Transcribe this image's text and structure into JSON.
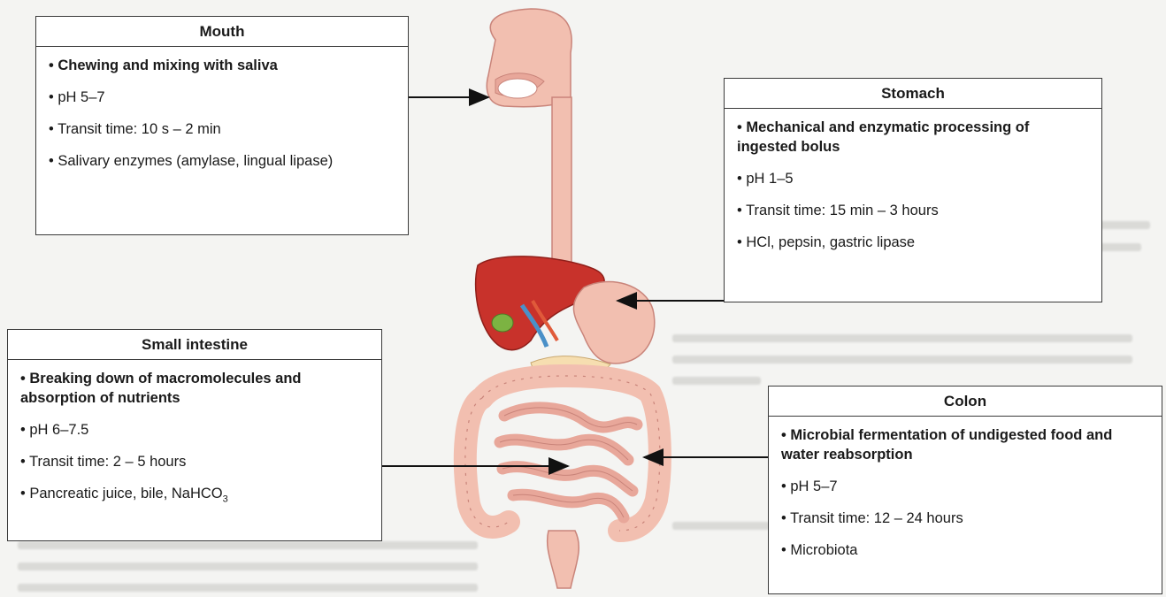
{
  "mouth": {
    "title": "Mouth",
    "items": [
      {
        "text": "• Chewing and  mixing with saliva",
        "bold": true
      },
      {
        "text": "• pH 5–7",
        "bold": false
      },
      {
        "text": "• Transit time:  10 s – 2 min",
        "bold": false
      },
      {
        "text": "• Salivary enzymes (amylase, lingual lipase)",
        "bold": false
      }
    ]
  },
  "stomach": {
    "title": "Stomach",
    "items": [
      {
        "text": "• Mechanical and enzymatic processing of ingested bolus",
        "bold": true
      },
      {
        "text": "• pH 1–5",
        "bold": false
      },
      {
        "text": "• Transit time: 15 min – 3 hours",
        "bold": false
      },
      {
        "text": "• HCl, pepsin, gastric  lipase",
        "bold": false
      }
    ]
  },
  "small_intestine": {
    "title": "Small intestine",
    "items": [
      {
        "text": "• Breaking down of macromolecules and absorption of nutrients",
        "bold": true
      },
      {
        "text": "• pH 6–7.5",
        "bold": false
      },
      {
        "text": "• Transit time: 2 – 5 hours",
        "bold": false
      }
    ],
    "last_item_prefix": "• Pancreatic juice, bile, NaHCO",
    "last_item_sub": "3"
  },
  "colon": {
    "title": "Colon",
    "items": [
      {
        "text": "• Microbial fermentation of undigested food and water reabsorption",
        "bold": true
      },
      {
        "text": "• pH 5–7",
        "bold": false
      },
      {
        "text": "• Transit time: 12 – 24 hours",
        "bold": false
      },
      {
        "text": "• Microbiota",
        "bold": false
      }
    ]
  },
  "colors": {
    "tissue": "#f0b7a8",
    "tissue_dark": "#c9847a",
    "liver": "#c8322b",
    "bile": "#7cb342",
    "vessel_blue": "#4a90c8",
    "box_border": "#3a3a3a"
  }
}
